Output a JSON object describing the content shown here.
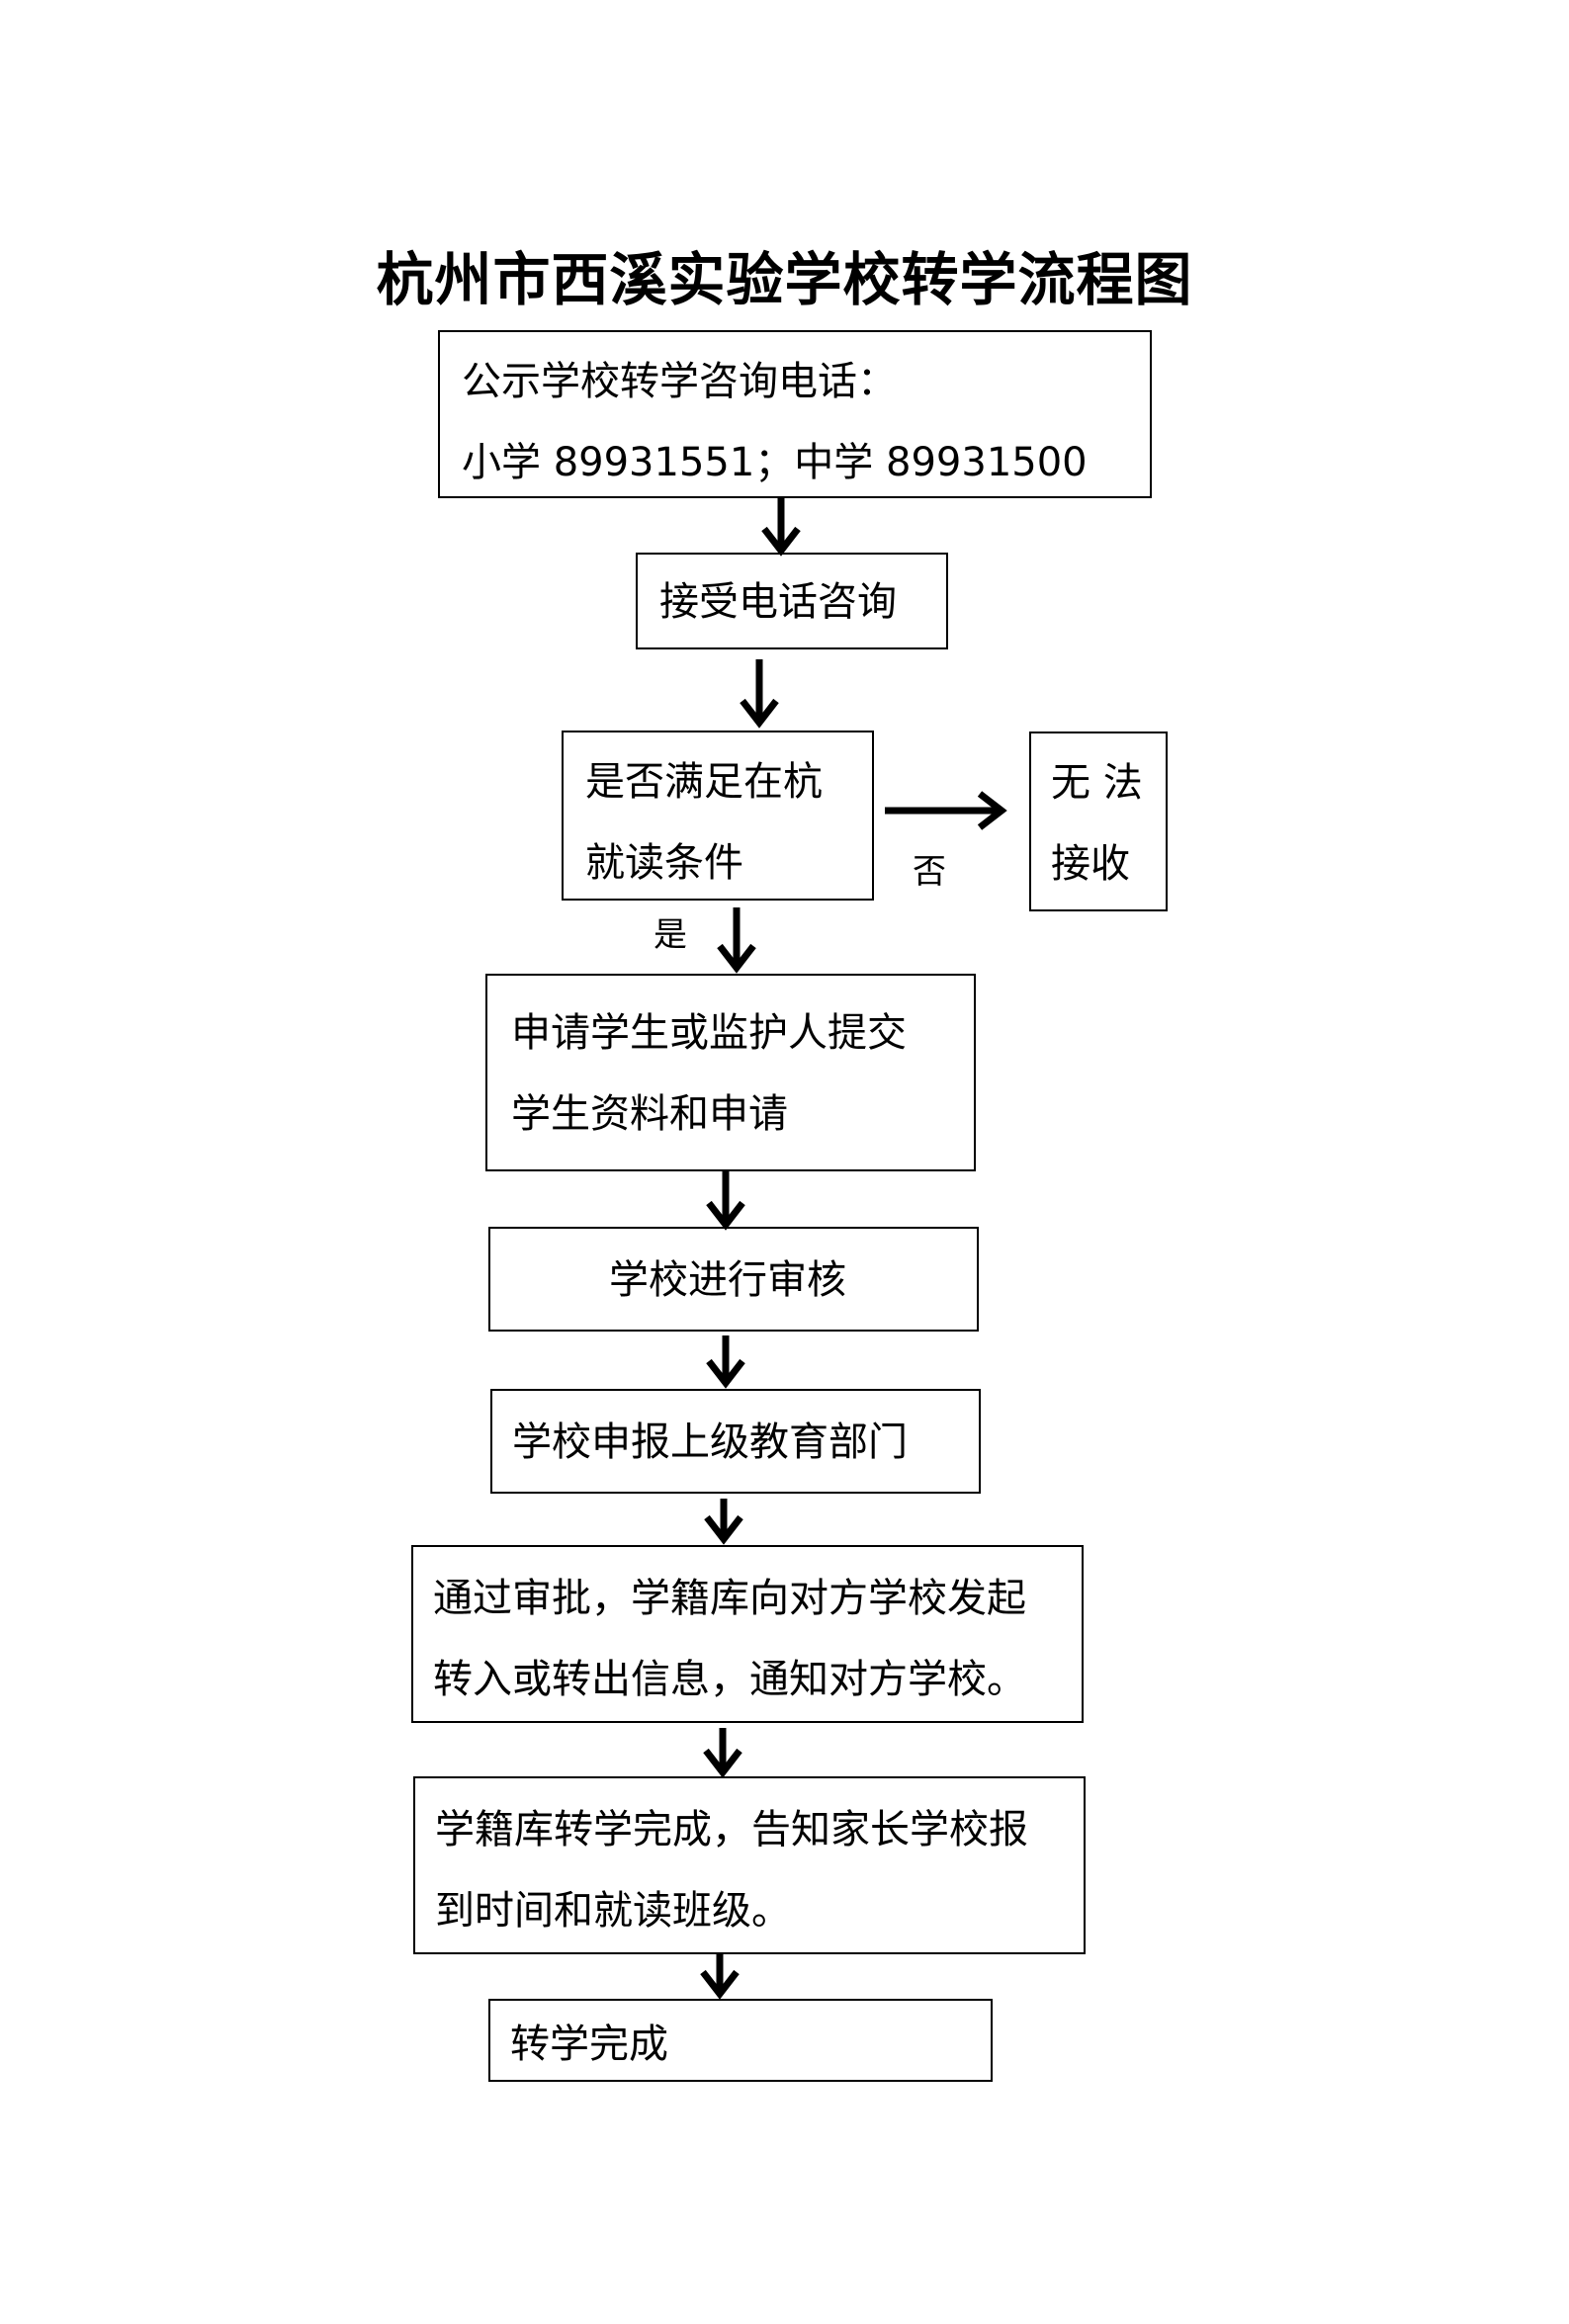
{
  "title": "杭州市西溪实验学校转学流程图",
  "steps": {
    "publish": {
      "line1": "公示学校转学咨询电话：",
      "line2": "小学 89931551；中学 89931500"
    },
    "phone_consult": "接受电话咨询",
    "condition": {
      "line1": "是否满足在杭",
      "line2": "就读条件"
    },
    "reject": {
      "line1": "无 法",
      "line2": "接收"
    },
    "submit": {
      "line1": "申请学生或监护人提交",
      "line2": "学生资料和申请"
    },
    "school_review": "学校进行审核",
    "report": "学校申报上级教育部门",
    "approval": {
      "line1": "通过审批，学籍库向对方学校发起",
      "line2": "转入或转出信息，通知对方学校。"
    },
    "notify": {
      "line1": "学籍库转学完成，告知家长学校报",
      "line2": "到时间和就读班级。"
    },
    "done": "转学完成"
  },
  "labels": {
    "no": "否",
    "yes": "是"
  }
}
